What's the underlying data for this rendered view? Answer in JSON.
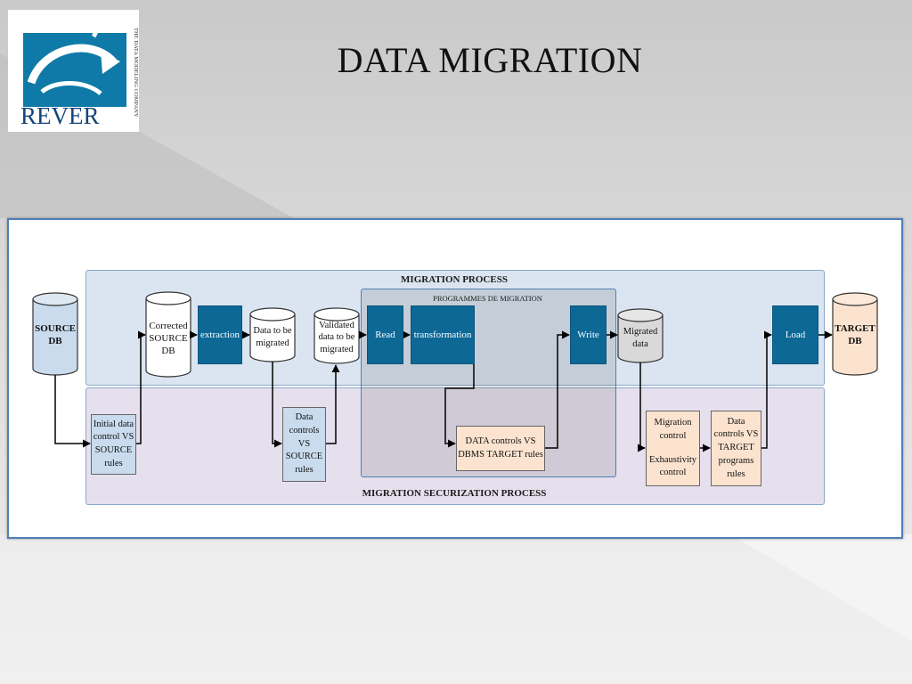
{
  "slide": {
    "title": "DATA MIGRATION"
  },
  "logo": {
    "brand": "REVER",
    "tagline": "THE DATA MODELING COMPANY"
  },
  "diagram": {
    "migration_process": "MIGRATION PROCESS",
    "programmes": "PROGRAMMES DE MIGRATION",
    "securization": "MIGRATION SECURIZATION PROCESS",
    "nodes": {
      "source_db": "SOURCE DB",
      "corrected_source_db": "Corrected SOURCE DB",
      "extraction": "extraction",
      "data_to_be_migrated": "Data to be migrated",
      "validated_data": "Validated data to be migrated",
      "read": "Read",
      "transformation": "transformation",
      "write": "Write",
      "migrated_data": "Migrated data",
      "load": "Load",
      "target_db": "TARGET DB",
      "initial_control": "Initial data control VS SOURCE rules",
      "data_controls_source": "Data controls VS SOURCE rules",
      "data_controls_dbms": "DATA controls VS DBMS TARGET rules",
      "migration_control": "Migration control",
      "exhaustivity_control": "Exhaustivity control",
      "data_controls_target": "Data controls VS TARGET programs rules"
    }
  },
  "colors": {
    "process": "#0d6896",
    "top_region": "#dbe5f1",
    "bottom_region": "#e6e0ee",
    "frame_border": "#4f7fb3"
  }
}
